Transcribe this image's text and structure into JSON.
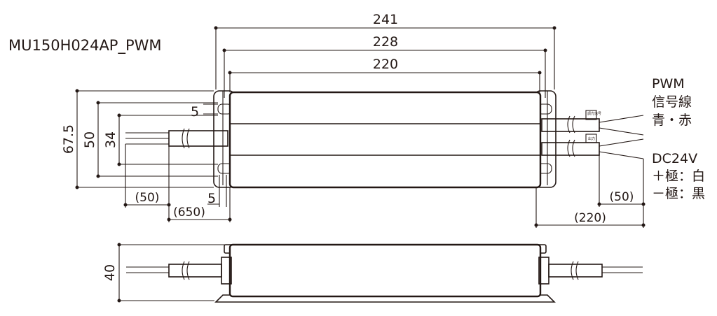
{
  "model_name": "MU150H024AP_PWM",
  "dimensions": {
    "overall_length": "241",
    "mount_length": "228",
    "body_length": "220",
    "height_overall": "67.5",
    "height_mid": "50",
    "height_inner": "34",
    "slot_width": "5",
    "slot_depth": "5",
    "left_strip": "(50)",
    "left_cable": "(650)",
    "right_strip": "(50)",
    "right_cable": "(220)",
    "side_height": "40"
  },
  "labels": {
    "pwm_line1": "PWM",
    "pwm_line2": "信号線",
    "pwm_line3": "青・赤",
    "dc_line1": "DC24V",
    "dc_line2": "＋極：白",
    "dc_line3": "－極：黒",
    "tag_signal": "調光信号",
    "tag_output": "出力"
  }
}
